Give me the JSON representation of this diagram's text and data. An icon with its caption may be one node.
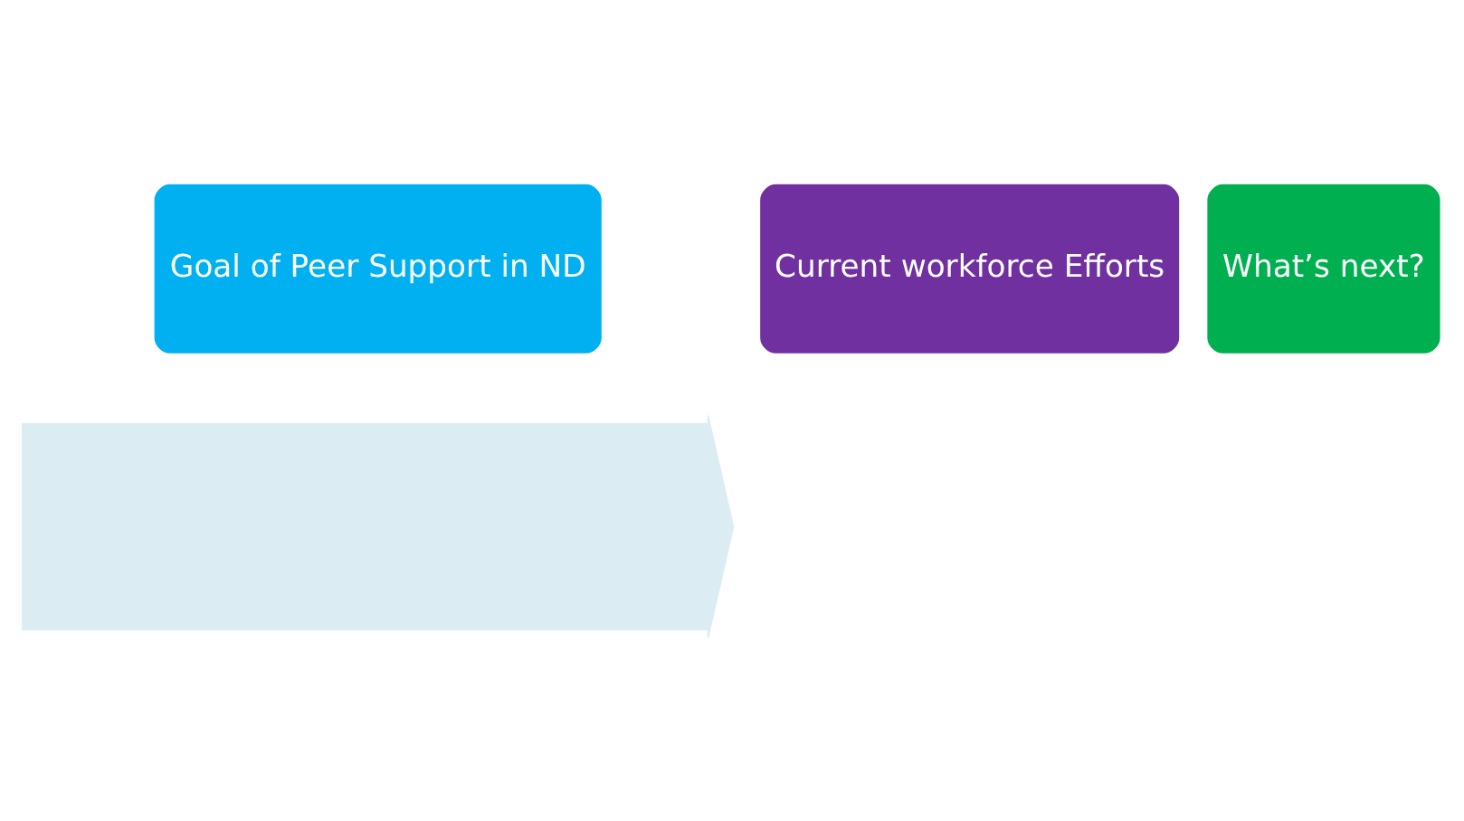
{
  "diagram": {
    "nodes": [
      {
        "text": [],
        "shape": "arrow"
      },
      {
        "text": [
          "Goal of Peer Support in ND"
        ]
      },
      {
        "text": [
          "Current workforce Efforts"
        ]
      },
      {
        "text": [
          "What’s next?"
        ]
      }
    ]
  }
}
